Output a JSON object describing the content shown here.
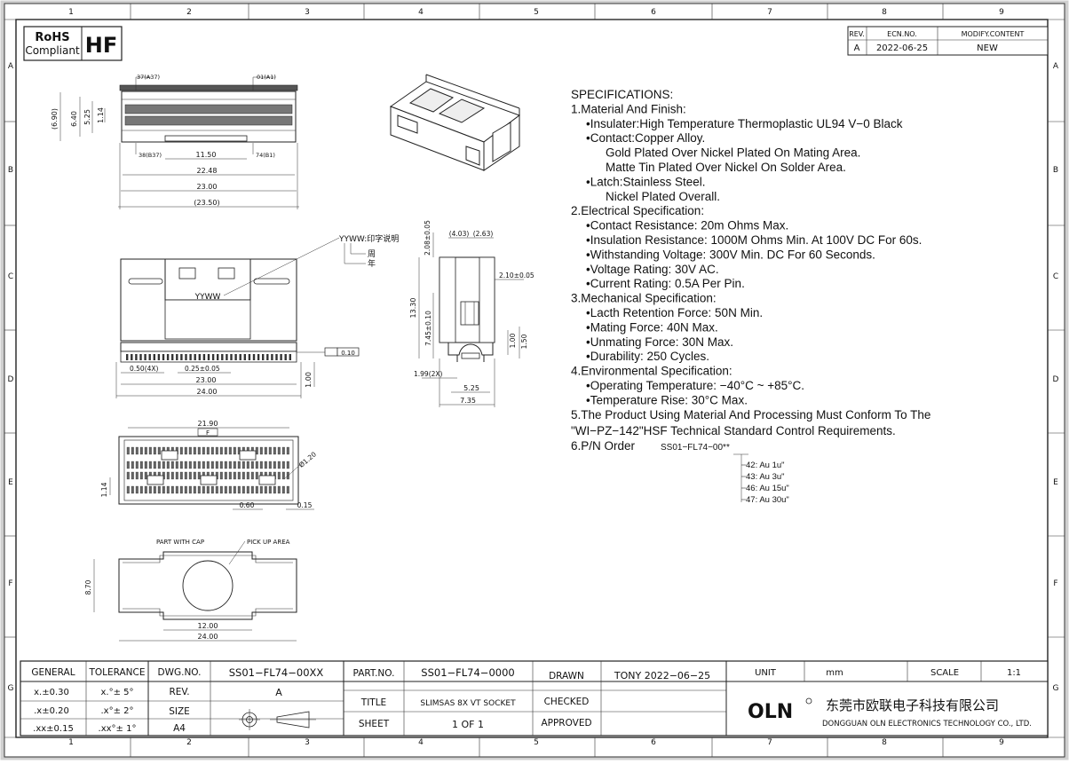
{
  "border": {
    "columns": [
      "1",
      "2",
      "3",
      "4",
      "5",
      "6",
      "7",
      "8",
      "9"
    ],
    "rows": [
      "A",
      "B",
      "C",
      "D",
      "E",
      "F",
      "G"
    ]
  },
  "rohs": {
    "line1": "RoHS",
    "line2": "Compliant",
    "hf": "HF"
  },
  "revision": {
    "headers": [
      "REV.",
      "ECN.NO.",
      "MODIFY.CONTENT"
    ],
    "rows": [
      [
        "A",
        "2022-06-25",
        "NEW"
      ]
    ]
  },
  "specifications": [
    {
      "text": "SPECIFICATIONS:",
      "indent": 0
    },
    {
      "text": "1.Material And Finish:",
      "indent": 0
    },
    {
      "text": "•Insulater:High Temperature Thermoplastic UL94 V−0 Black",
      "indent": 1
    },
    {
      "text": "•Contact:Copper Alloy.",
      "indent": 1
    },
    {
      "text": "Gold Plated Over Nickel Plated On Mating Area.",
      "indent": 2
    },
    {
      "text": "Matte Tin Plated Over Nickel On Solder Area.",
      "indent": 2
    },
    {
      "text": "•Latch:Stainless Steel.",
      "indent": 1
    },
    {
      "text": "Nickel Plated Overall.",
      "indent": 2
    },
    {
      "text": "2.Electrical Specification:",
      "indent": 0
    },
    {
      "text": "•Contact Resistance: 20m Ohms Max.",
      "indent": 1
    },
    {
      "text": "•Insulation Resistance: 1000M Ohms Min. At 100V DC For 60s.",
      "indent": 1
    },
    {
      "text": "•Withstanding Voltage: 300V Min. DC For 60 Seconds.",
      "indent": 1
    },
    {
      "text": "•Voltage Rating: 30V AC.",
      "indent": 1
    },
    {
      "text": "•Current Rating: 0.5A Per Pin.",
      "indent": 1
    },
    {
      "text": "3.Mechanical Specification:",
      "indent": 0
    },
    {
      "text": "•Lacth Retention Force: 50N Min.",
      "indent": 1
    },
    {
      "text": "•Mating Force: 40N Max.",
      "indent": 1
    },
    {
      "text": "•Unmating Force: 30N Max.",
      "indent": 1
    },
    {
      "text": "•Durability: 250 Cycles.",
      "indent": 1
    },
    {
      "text": "4.Environmental Specification:",
      "indent": 0
    },
    {
      "text": "•Operating Temperature: −40°C ~ +85°C.",
      "indent": 1
    },
    {
      "text": "•Temperature Rise: 30°C Max.",
      "indent": 1
    },
    {
      "text": "5.The Product Using Material And Processing Must Conform To The",
      "indent": 0
    },
    {
      "text": "\"WI−PZ−142\"HSF Technical Standard Control Requirements.",
      "indent": 0
    }
  ],
  "pn_order": {
    "label": "6.P/N Order",
    "code": "SS01−FL74−00**",
    "options": [
      "42: Au 1u\"",
      "43: Au 3u\"",
      "46: Au 15u\"",
      "47: Au 30u\""
    ]
  },
  "top_view": {
    "callouts": [
      "37(A37)",
      "01(A1)",
      "38(B37)",
      "74(B1)"
    ],
    "dims": [
      "11.50",
      "22.48",
      "23.00",
      "(23.50)",
      "(6.90)",
      "6.40",
      "5.25",
      "1.14"
    ]
  },
  "front_view": {
    "marking": "YYWW",
    "note_main": "YYWW:印字说明",
    "note_week": "周",
    "note_year": "年",
    "dims": [
      "0.50(4X)",
      "0.25±0.05",
      "23.00",
      "24.00",
      "1.00",
      "0.10"
    ]
  },
  "side_view": {
    "dims": [
      "2.08±0.05",
      "(4.03)",
      "(2.63)",
      "2.10±0.05",
      "13.30",
      "7.45±0.10",
      "1.00",
      "1.50",
      "1.99(2X)",
      "5.25",
      "7.35"
    ]
  },
  "bottom_view": {
    "dims": [
      "21.90",
      "F",
      "1.14",
      "0.60",
      "0.15",
      "Ø1.20"
    ]
  },
  "cap_view": {
    "label_cap": "PART WITH CAP",
    "label_pick": "PICK UP AREA",
    "dims": [
      "8.70",
      "12.00",
      "24.00"
    ]
  },
  "title_block": {
    "general": "GENERAL",
    "tolerance": "TOLERANCE",
    "tol_rows": [
      [
        "x.±0.30",
        "x.°± 5°"
      ],
      [
        ".x±0.20",
        ".x°± 2°"
      ],
      [
        ".xx±0.15",
        ".xx°± 1°"
      ]
    ],
    "dwg_no_label": "DWG.NO.",
    "dwg_no": "SS01−FL74−00XX",
    "rev_label": "REV.",
    "rev": "A",
    "size_label": "SIZE",
    "size": "A4",
    "part_no_label": "PART.NO.",
    "part_no": "SS01−FL74−0000",
    "title_label": "TITLE",
    "title": "SLIMSAS 8X VT SOCKET",
    "sheet_label": "SHEET",
    "sheet": "1 OF 1",
    "drawn_label": "DRAWN",
    "drawn": "TONY 2022−06−25",
    "checked_label": "CHECKED",
    "approved_label": "APPROVED",
    "unit_label": "UNIT",
    "unit": "mm",
    "scale_label": "SCALE",
    "scale": "1:1",
    "logo": "OLN",
    "company_cn": "东莞市欧联电子科技有限公司",
    "company_en": "DONGGUAN OLN ELECTRONICS TECHNOLOGY CO., LTD."
  }
}
